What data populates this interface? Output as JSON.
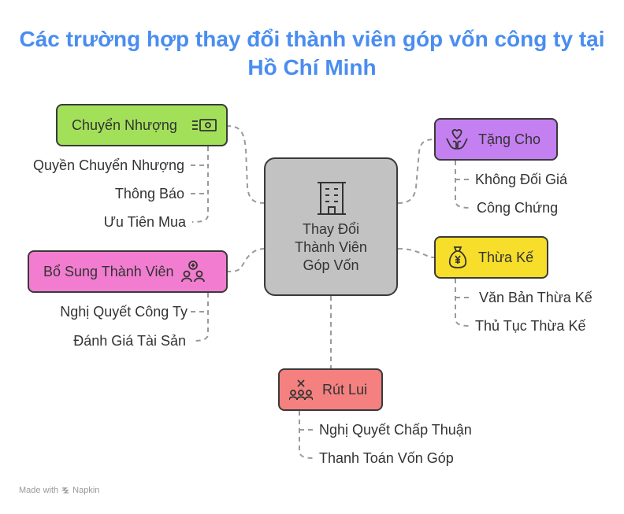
{
  "title": "Các trường hợp thay đổi thành viên góp vốn công ty tại Hồ Chí Minh",
  "center": {
    "lines": [
      "Thay Đổi",
      "Thành Viên",
      "Góp Vốn"
    ],
    "icon": "building-icon"
  },
  "branches": {
    "chuyen_nhuong": {
      "label": "Chuyển Nhượng",
      "icon": "money-icon",
      "color": "#a3e05a",
      "items": [
        "Quyền Chuyển Nhượng",
        "Thông Báo",
        "Ưu Tiên Mua"
      ]
    },
    "bo_sung": {
      "label": "Bổ Sung Thành Viên",
      "icon": "people-add-icon",
      "color": "#f27dd0",
      "items": [
        "Nghị Quyết Công Ty",
        "Đánh Giá Tài Sản"
      ]
    },
    "tang_cho": {
      "label": "Tặng Cho",
      "icon": "heart-hands-icon",
      "color": "#c480f0",
      "items": [
        "Không Đối Giá",
        "Công Chứng"
      ]
    },
    "thua_ke": {
      "label": "Thừa Kế",
      "icon": "money-bag-icon",
      "color": "#f7de2a",
      "items": [
        "Văn Bản Thừa Kế",
        "Thủ Tục Thừa Kế"
      ]
    },
    "rut_lui": {
      "label": "Rút Lui",
      "icon": "people-remove-icon",
      "color": "#f48080",
      "items": [
        "Nghị Quyết Chấp Thuận",
        "Thanh Toán Vốn Góp"
      ]
    }
  },
  "watermark": {
    "prefix": "Made with",
    "brand": "Napkin"
  }
}
